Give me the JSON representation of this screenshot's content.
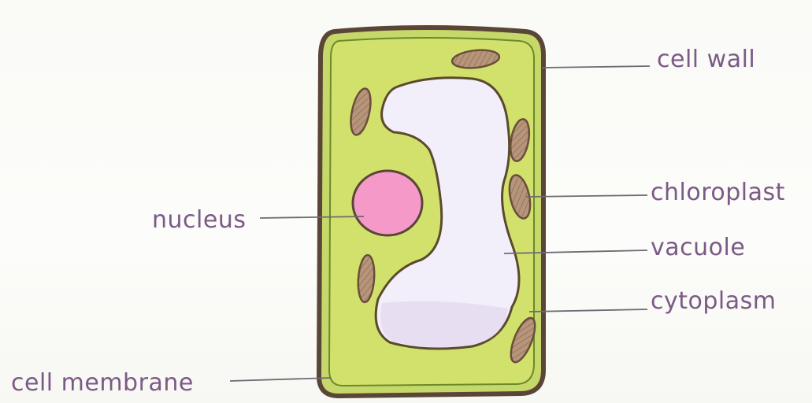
{
  "diagram": {
    "type": "plant-cell",
    "labels": {
      "cell_wall": "cell wall",
      "chloroplast": "chloroplast",
      "nucleus": "nucleus",
      "vacuole": "vacuole",
      "cytoplasm": "cytoplasm",
      "cell_membrane": "cell membrane"
    },
    "colors": {
      "label_text": "#7b5a86",
      "cytoplasm": "#cfe06a",
      "cell_wall": "#5a4636",
      "nucleus": "#f59ac8",
      "vacuole": "#f1eef7",
      "chloroplast": "#a88a6c"
    }
  }
}
